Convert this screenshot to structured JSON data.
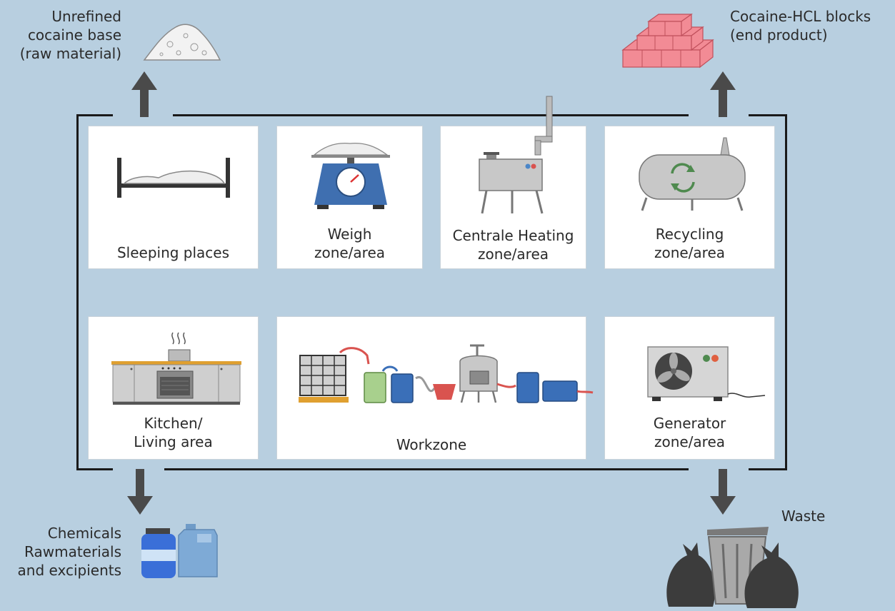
{
  "inputs": {
    "raw_material": "Unrefined\ncocaine base\n(raw material)",
    "chemicals": "Chemicals\nRawmaterials\nand excipients"
  },
  "outputs": {
    "end_product": "Cocaine-HCL blocks\n(end product)",
    "waste": "Waste"
  },
  "zones": {
    "sleeping": "Sleeping places",
    "weigh": "Weigh\nzone/area",
    "heating": "Centrale Heating\nzone/area",
    "recycling": "Recycling\nzone/area",
    "kitchen": "Kitchen/\nLiving area",
    "workzone": "Workzone",
    "generator": "Generator\nzone/area"
  },
  "colors": {
    "background": "#b8cfe0",
    "arrow": "#4a4a4a",
    "blocks": "#f28b95",
    "scale": "#3f6fb0",
    "drum": "#3a6fb8"
  },
  "icons": {
    "raw_material": "powder-pile-icon",
    "end_product": "brick-stack-icon",
    "chemicals": "chemical-containers-icon",
    "waste": "trash-bags-bin-icon"
  }
}
